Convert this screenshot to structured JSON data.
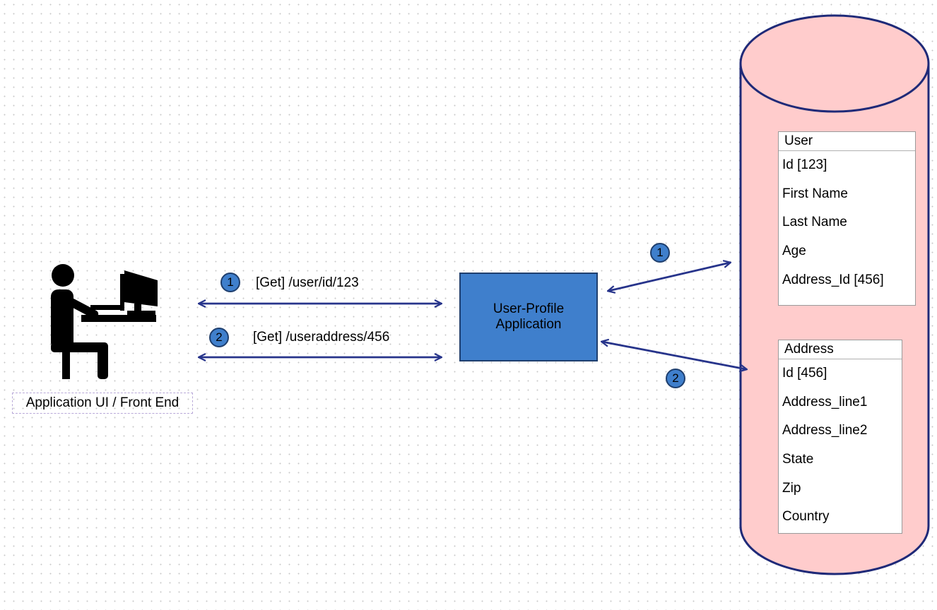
{
  "front_end": {
    "label": "Application UI / Front End"
  },
  "app": {
    "line1": "User-Profile",
    "line2": "Application"
  },
  "requests": [
    {
      "step": "1",
      "label": "[Get] /user/id/123"
    },
    {
      "step": "2",
      "label": "[Get] /useraddress/456"
    }
  ],
  "db_steps": [
    "1",
    "2"
  ],
  "tables": {
    "user": {
      "title": "User",
      "fields": [
        "Id   [123]",
        "First Name",
        "Last Name",
        "Age",
        "Address_Id  [456]"
      ]
    },
    "address": {
      "title": "Address",
      "fields": [
        "Id [456]",
        "Address_line1",
        "Address_line2",
        "State",
        "Zip",
        "Country"
      ]
    }
  },
  "colors": {
    "arrow": "#27348b",
    "app_fill": "#3f7fcc",
    "badge_fill": "#3f7fcc",
    "db_fill": "#ffcccc",
    "db_stroke": "#1f2a78"
  }
}
